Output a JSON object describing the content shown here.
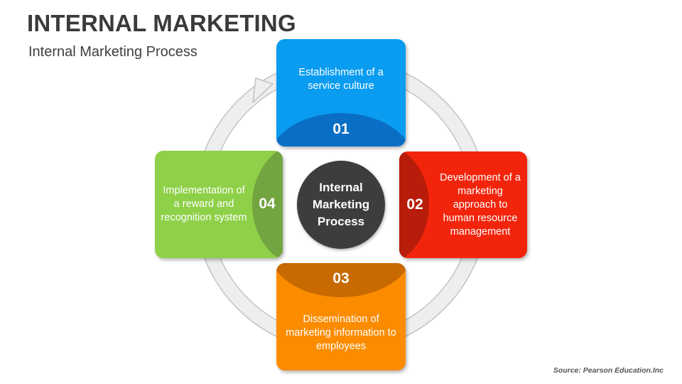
{
  "header": {
    "title": "INTERNAL MARKETING",
    "subtitle": "Internal Marketing Process"
  },
  "diagram": {
    "center_label": "Internal Marketing Process",
    "steps": [
      {
        "number": "01",
        "text": "Establishment of a service culture",
        "color": "#0a9cf0"
      },
      {
        "number": "02",
        "text": "Development of a marketing approach to human resource management",
        "color": "#f2250c"
      },
      {
        "number": "03",
        "text": "Dissemination of marketing information to employees",
        "color": "#fb8c00"
      },
      {
        "number": "04",
        "text": "Implementation of a reward and recognition system",
        "color": "#8ed048"
      }
    ],
    "ring_color": "#eeeeee"
  },
  "footer": {
    "source": "Source: Pearson Education.Inc"
  }
}
